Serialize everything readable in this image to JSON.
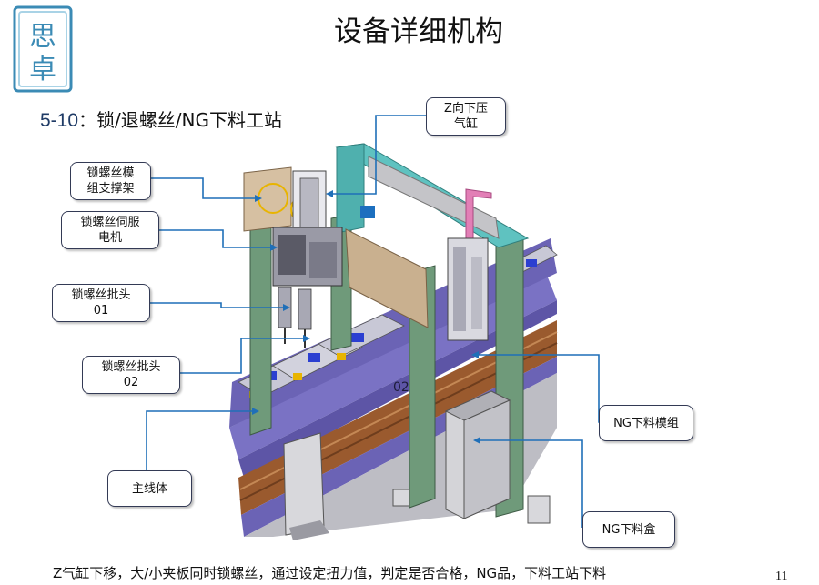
{
  "title": "设备详细机构",
  "section": {
    "number": "5-10",
    "separator": "：",
    "text": "锁/退螺丝/NG下料工站"
  },
  "logo": {
    "text": "思卓",
    "colors": {
      "primary": "#3b8bb5",
      "light": "#a9d3e6"
    }
  },
  "callouts": [
    {
      "id": "z-cylinder",
      "text": "Z向下压\n气缸"
    },
    {
      "id": "support-frame",
      "text": "锁螺丝模\n组支撑架"
    },
    {
      "id": "servo-motor",
      "text": "锁螺丝伺服\n电机"
    },
    {
      "id": "bit-01",
      "text": "锁螺丝批头\n01"
    },
    {
      "id": "bit-02",
      "text": "锁螺丝批头\n02"
    },
    {
      "id": "main-line",
      "text": "主线体"
    },
    {
      "id": "ng-module",
      "text": "NG下料模组"
    },
    {
      "id": "ng-box",
      "text": "NG下料盒"
    }
  ],
  "machine_markings": {
    "station_number": "02"
  },
  "caption": "Z气缸下移，大/小夹板同时锁螺丝，通过设定扭力值，判定是否合格，NG品，下料工站下料",
  "page_number": "11",
  "colors": {
    "leader_line": "#1f6fb8",
    "frame_green": "#6f9a7a",
    "frame_teal": "#5fc2c0",
    "rail_purple": "#6b63b5",
    "belt_brown": "#9a5a2e",
    "plate_tan": "#c9b08f",
    "accent_pink": "#e27fb6",
    "accent_blue": "#2b3fd1",
    "highlight_yellow": "#e8b400"
  }
}
